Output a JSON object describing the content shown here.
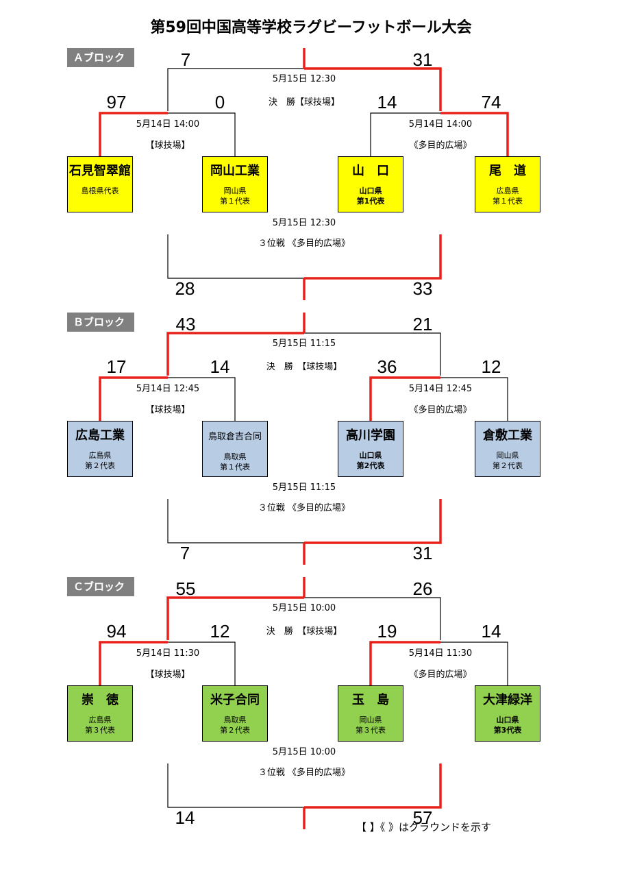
{
  "title": "第59回中国高等学校ラグビーフットボール大会",
  "note": "【 】《 》はグラウンドを示す",
  "colors": {
    "win_line": "#e8201a",
    "lose_line": "#000000"
  },
  "blocks": [
    {
      "label": "Ａブロック",
      "color": "#ffff00",
      "final": {
        "left_score": "7",
        "right_score": "31",
        "time": "5月15日 12:30",
        "title": "決　勝【球技場】",
        "winner": "right"
      },
      "semis": [
        {
          "time": "5月14日 14:00",
          "venue": "【球技場】",
          "left_score": "97",
          "right_score": "0",
          "winner": "left"
        },
        {
          "time": "5月14日 14:00",
          "venue": "《多目的広場》",
          "left_score": "14",
          "right_score": "74",
          "winner": "right"
        }
      ],
      "teams": [
        {
          "name": "石見智翠館",
          "desc": "島根県代表",
          "bold": false
        },
        {
          "name": "岡山工業",
          "desc": "岡山県\n第１代表",
          "bold": false
        },
        {
          "name": "山　口",
          "desc": "山口県\n第1代表",
          "bold": true
        },
        {
          "name": "尾　道",
          "desc": "広島県\n第１代表",
          "bold": false
        }
      ],
      "third": {
        "time": "5月15日 12:30",
        "title": "３位戦 《多目的広場》",
        "left_score": "28",
        "right_score": "33",
        "winner": "right"
      }
    },
    {
      "label": "Ｂブロック",
      "color": "#b8cce4",
      "final": {
        "left_score": "43",
        "right_score": "21",
        "time": "5月15日 11:15",
        "title": "決　勝　【球技場】",
        "winner": "left"
      },
      "semis": [
        {
          "time": "5月14日 12:45",
          "venue": "【球技場】",
          "left_score": "17",
          "right_score": "14",
          "winner": "left"
        },
        {
          "time": "5月14日 12:45",
          "venue": "《多目的広場》",
          "left_score": "36",
          "right_score": "12",
          "winner": "left"
        }
      ],
      "teams": [
        {
          "name": "広島工業",
          "desc": "広島県\n第２代表",
          "bold": false
        },
        {
          "name": "鳥取倉吉合同",
          "desc": "鳥取県\n第１代表",
          "bold": false,
          "small": true
        },
        {
          "name": "高川学園",
          "desc": "山口県\n第2代表",
          "bold": true
        },
        {
          "name": "倉敷工業",
          "desc": "岡山県\n第２代表",
          "bold": false
        }
      ],
      "third": {
        "time": "5月15日 11:15",
        "title": "３位戦 《多目的広場》",
        "left_score": "7",
        "right_score": "31",
        "winner": "right"
      }
    },
    {
      "label": "Ｃブロック",
      "color": "#92d050",
      "final": {
        "left_score": "55",
        "right_score": "26",
        "time": "5月15日 10:00",
        "title": "決　勝　【球技場】",
        "winner": "left"
      },
      "semis": [
        {
          "time": "5月14日 11:30",
          "venue": "【球技場】",
          "left_score": "94",
          "right_score": "12",
          "winner": "left"
        },
        {
          "time": "5月14日 11:30",
          "venue": "《多目的広場》",
          "left_score": "19",
          "right_score": "14",
          "winner": "left"
        }
      ],
      "teams": [
        {
          "name": "崇　徳",
          "desc": "広島県\n第３代表",
          "bold": false
        },
        {
          "name": "米子合同",
          "desc": "鳥取県\n第２代表",
          "bold": false
        },
        {
          "name": "玉　島",
          "desc": "岡山県\n第３代表",
          "bold": false
        },
        {
          "name": "大津緑洋",
          "desc": "山口県\n第3代表",
          "bold": true
        }
      ],
      "third": {
        "time": "5月15日 10:00",
        "title": "３位戦 《多目的広場》",
        "left_score": "14",
        "right_score": "57",
        "winner": "right"
      }
    }
  ]
}
